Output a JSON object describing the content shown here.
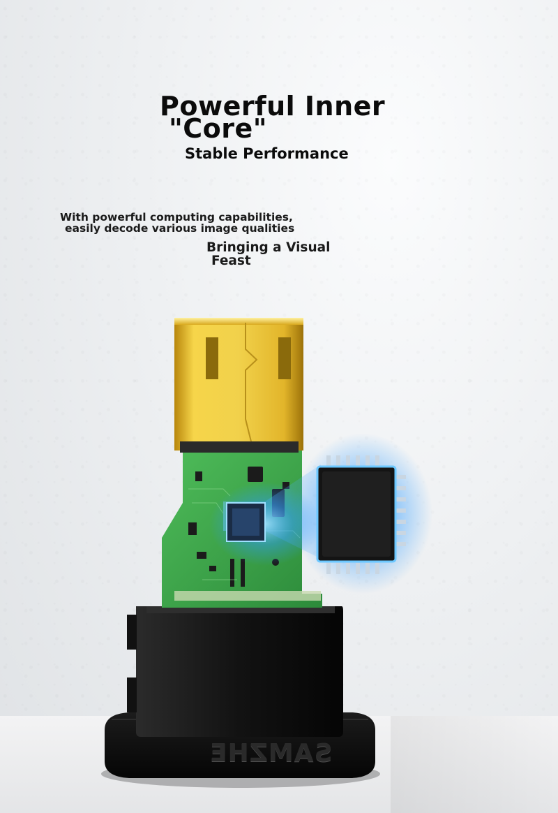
{
  "headline": {
    "line1": "Powerful Inner",
    "line2": "\"Core\"",
    "subtitle": "Stable Performance"
  },
  "description": {
    "line1": "With powerful computing capabilities,",
    "line2": "easily decode various image qualities"
  },
  "tagline": {
    "line1": "Bringing a Visual",
    "line2": "Feast"
  },
  "product": {
    "brand_mark": "SAMZHE",
    "chip_glow_color": "#3fa9ff",
    "pcb_color": "#3aa34a",
    "connector_color": "#e8c23a",
    "housing_color": "#161616"
  }
}
